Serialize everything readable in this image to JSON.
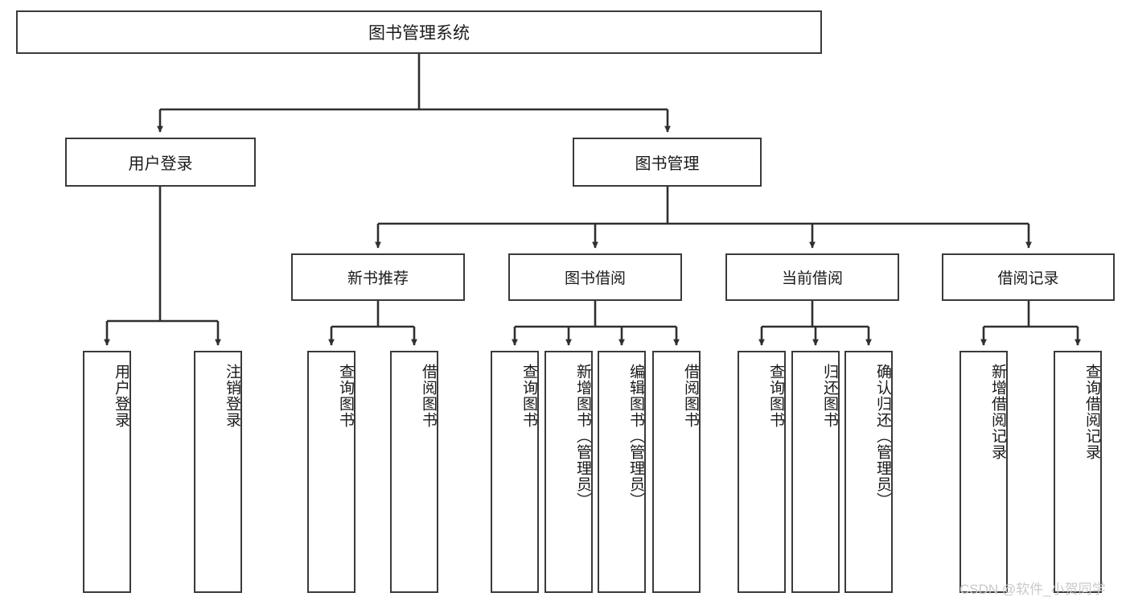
{
  "diagram": {
    "title": "图书管理系统",
    "type": "hierarchy-tree",
    "root": {
      "label": "图书管理系统"
    },
    "level1": [
      {
        "label": "用户登录"
      },
      {
        "label": "图书管理"
      }
    ],
    "level2": [
      {
        "label": "新书推荐"
      },
      {
        "label": "图书借阅"
      },
      {
        "label": "当前借阅"
      },
      {
        "label": "借阅记录"
      }
    ],
    "leaves": {
      "user_login": [
        {
          "label": "用户登录"
        },
        {
          "label": "注销登录"
        }
      ],
      "new_book_recommend": [
        {
          "label": "查询图书"
        },
        {
          "label": "借阅图书"
        }
      ],
      "book_borrow": [
        {
          "label": "查询图书"
        },
        {
          "label": "新增图书（管理员）"
        },
        {
          "label": "编辑图书（管理员）"
        },
        {
          "label": "借阅图书"
        }
      ],
      "current_borrow": [
        {
          "label": "查询图书"
        },
        {
          "label": "归还图书"
        },
        {
          "label": "确认归还（管理员）"
        }
      ],
      "borrow_record": [
        {
          "label": "新增借阅记录"
        },
        {
          "label": "查询借阅记录"
        }
      ]
    }
  },
  "watermark": {
    "text": "CSDN @软件_小贺同学"
  },
  "colors": {
    "box_border": "#3a3a3a",
    "connector": "#2f2f2f",
    "background": "#ffffff",
    "text": "#1a1a1a",
    "watermark": "#c9c9c9"
  }
}
